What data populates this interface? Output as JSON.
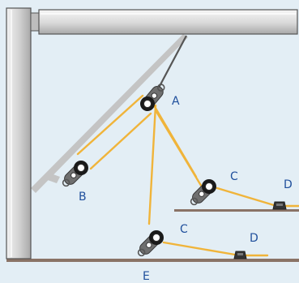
{
  "labels": {
    "A": "A",
    "B": "B",
    "C_upper": "C",
    "C_lower": "C",
    "D_upper": "D",
    "D_lower": "D",
    "E": "E"
  },
  "colors": {
    "background": "#e3eef5",
    "label": "#1f4f9c",
    "line": "#f0b43a",
    "mast": "#cfcfcf",
    "boom": "#d9d9d9",
    "outline": "#555555",
    "vang_bar": "#c4c4c4",
    "deck": "#8a7366",
    "block_body": "#6f6f6f",
    "sheave": "#1a1a1a"
  }
}
